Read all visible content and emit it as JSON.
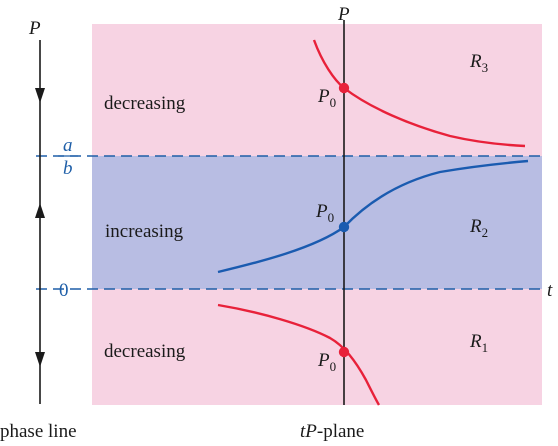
{
  "axes": {
    "p_axis_label": "P",
    "t_axis_label": "t",
    "tick_a_num": "a",
    "tick_a_den": "b",
    "tick_zero": "0"
  },
  "phase_line": {
    "axis_label": "P",
    "caption": "phase line"
  },
  "plane": {
    "caption_t": "t",
    "caption_p": "P",
    "caption_rest": "-plane"
  },
  "regions": {
    "top": {
      "label": "decreasing",
      "name": "R",
      "sub": "3",
      "color": "#f7d3e3"
    },
    "middle": {
      "label": "increasing",
      "name": "R",
      "sub": "2",
      "color": "#b8bde3"
    },
    "bottom": {
      "label": "decreasing",
      "name": "R",
      "sub": "1",
      "color": "#f7d3e3"
    }
  },
  "points": {
    "top": {
      "name": "P",
      "sub": "0",
      "color": "#e8213a"
    },
    "middle": {
      "name": "P",
      "sub": "0",
      "color": "#1a5bb0"
    },
    "bottom": {
      "name": "P",
      "sub": "0",
      "color": "#e8213a"
    }
  },
  "colors": {
    "red_curve": "#e8213a",
    "blue_curve": "#1a5bb0",
    "dashed_line": "#1f5fa8",
    "axis": "#1a1a1a"
  }
}
